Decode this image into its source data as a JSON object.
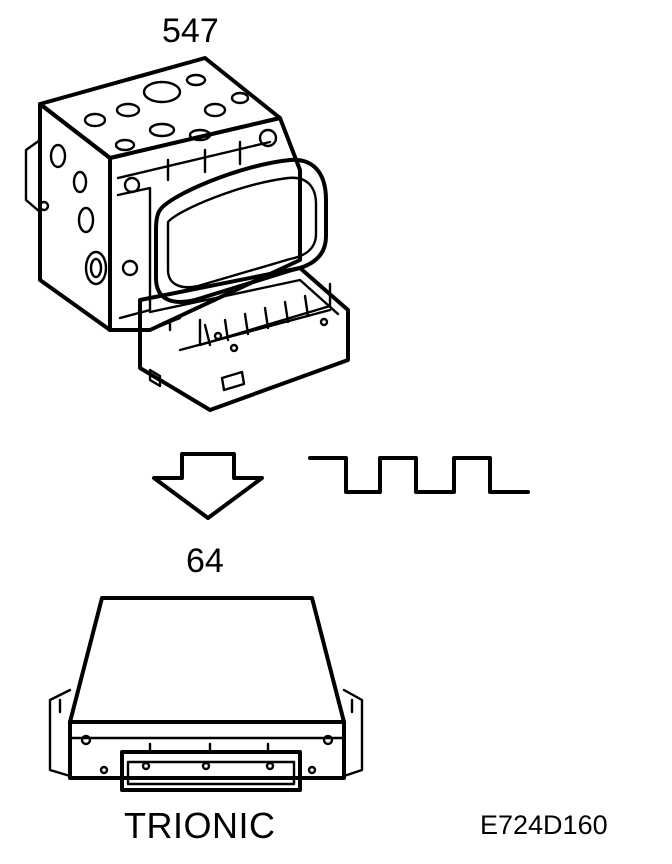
{
  "labels": {
    "abs_unit_number": "547",
    "ecu_number": "64",
    "ecu_name": "TRIONIC",
    "figure_ref": "E724D160"
  },
  "parts": {
    "abs_unit_icon": "abs-hydraulic-modulator",
    "arrow_icon": "down-arrow",
    "signal_icon": "square-wave-signal",
    "ecu_icon": "engine-control-module"
  },
  "colors": {
    "line": "#000000",
    "background": "#ffffff"
  }
}
